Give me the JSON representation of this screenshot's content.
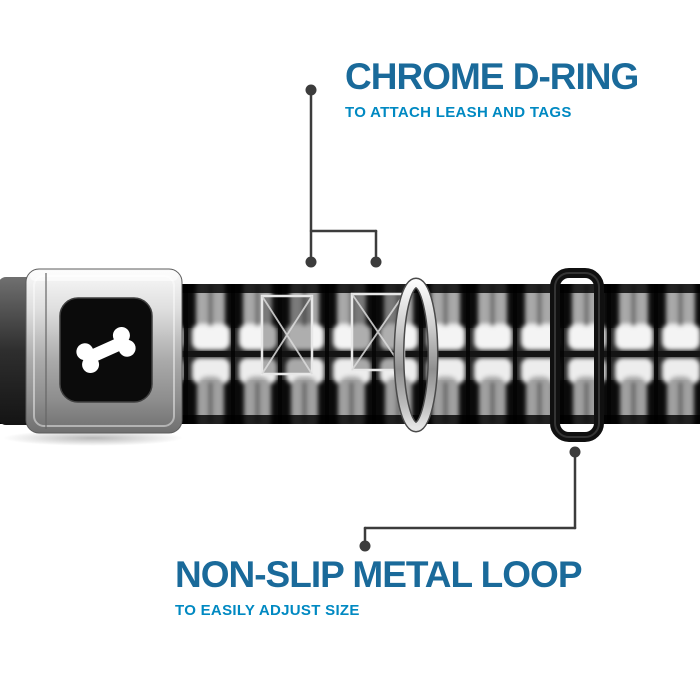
{
  "annotations": {
    "top": {
      "title": "CHROME D-RING",
      "subtitle": "TO ATTACH LEASH AND TAGS"
    },
    "bottom": {
      "title": "NON-SLIP METAL LOOP",
      "subtitle": "TO EASILY ADJUST SIZE"
    }
  },
  "product": {
    "buckle_logo_icon": "dog-bone-icon",
    "strap_pattern": "dental-x-ray-teeth",
    "hardware_parts": [
      "seatbelt-buckle",
      "chrome-d-ring",
      "metal-loop-slider"
    ]
  },
  "colors": {
    "title": "#1A6A9A",
    "subtitle": "#0089C2",
    "callout": "#3C3C3C",
    "page-bg": "#FFFFFF"
  }
}
